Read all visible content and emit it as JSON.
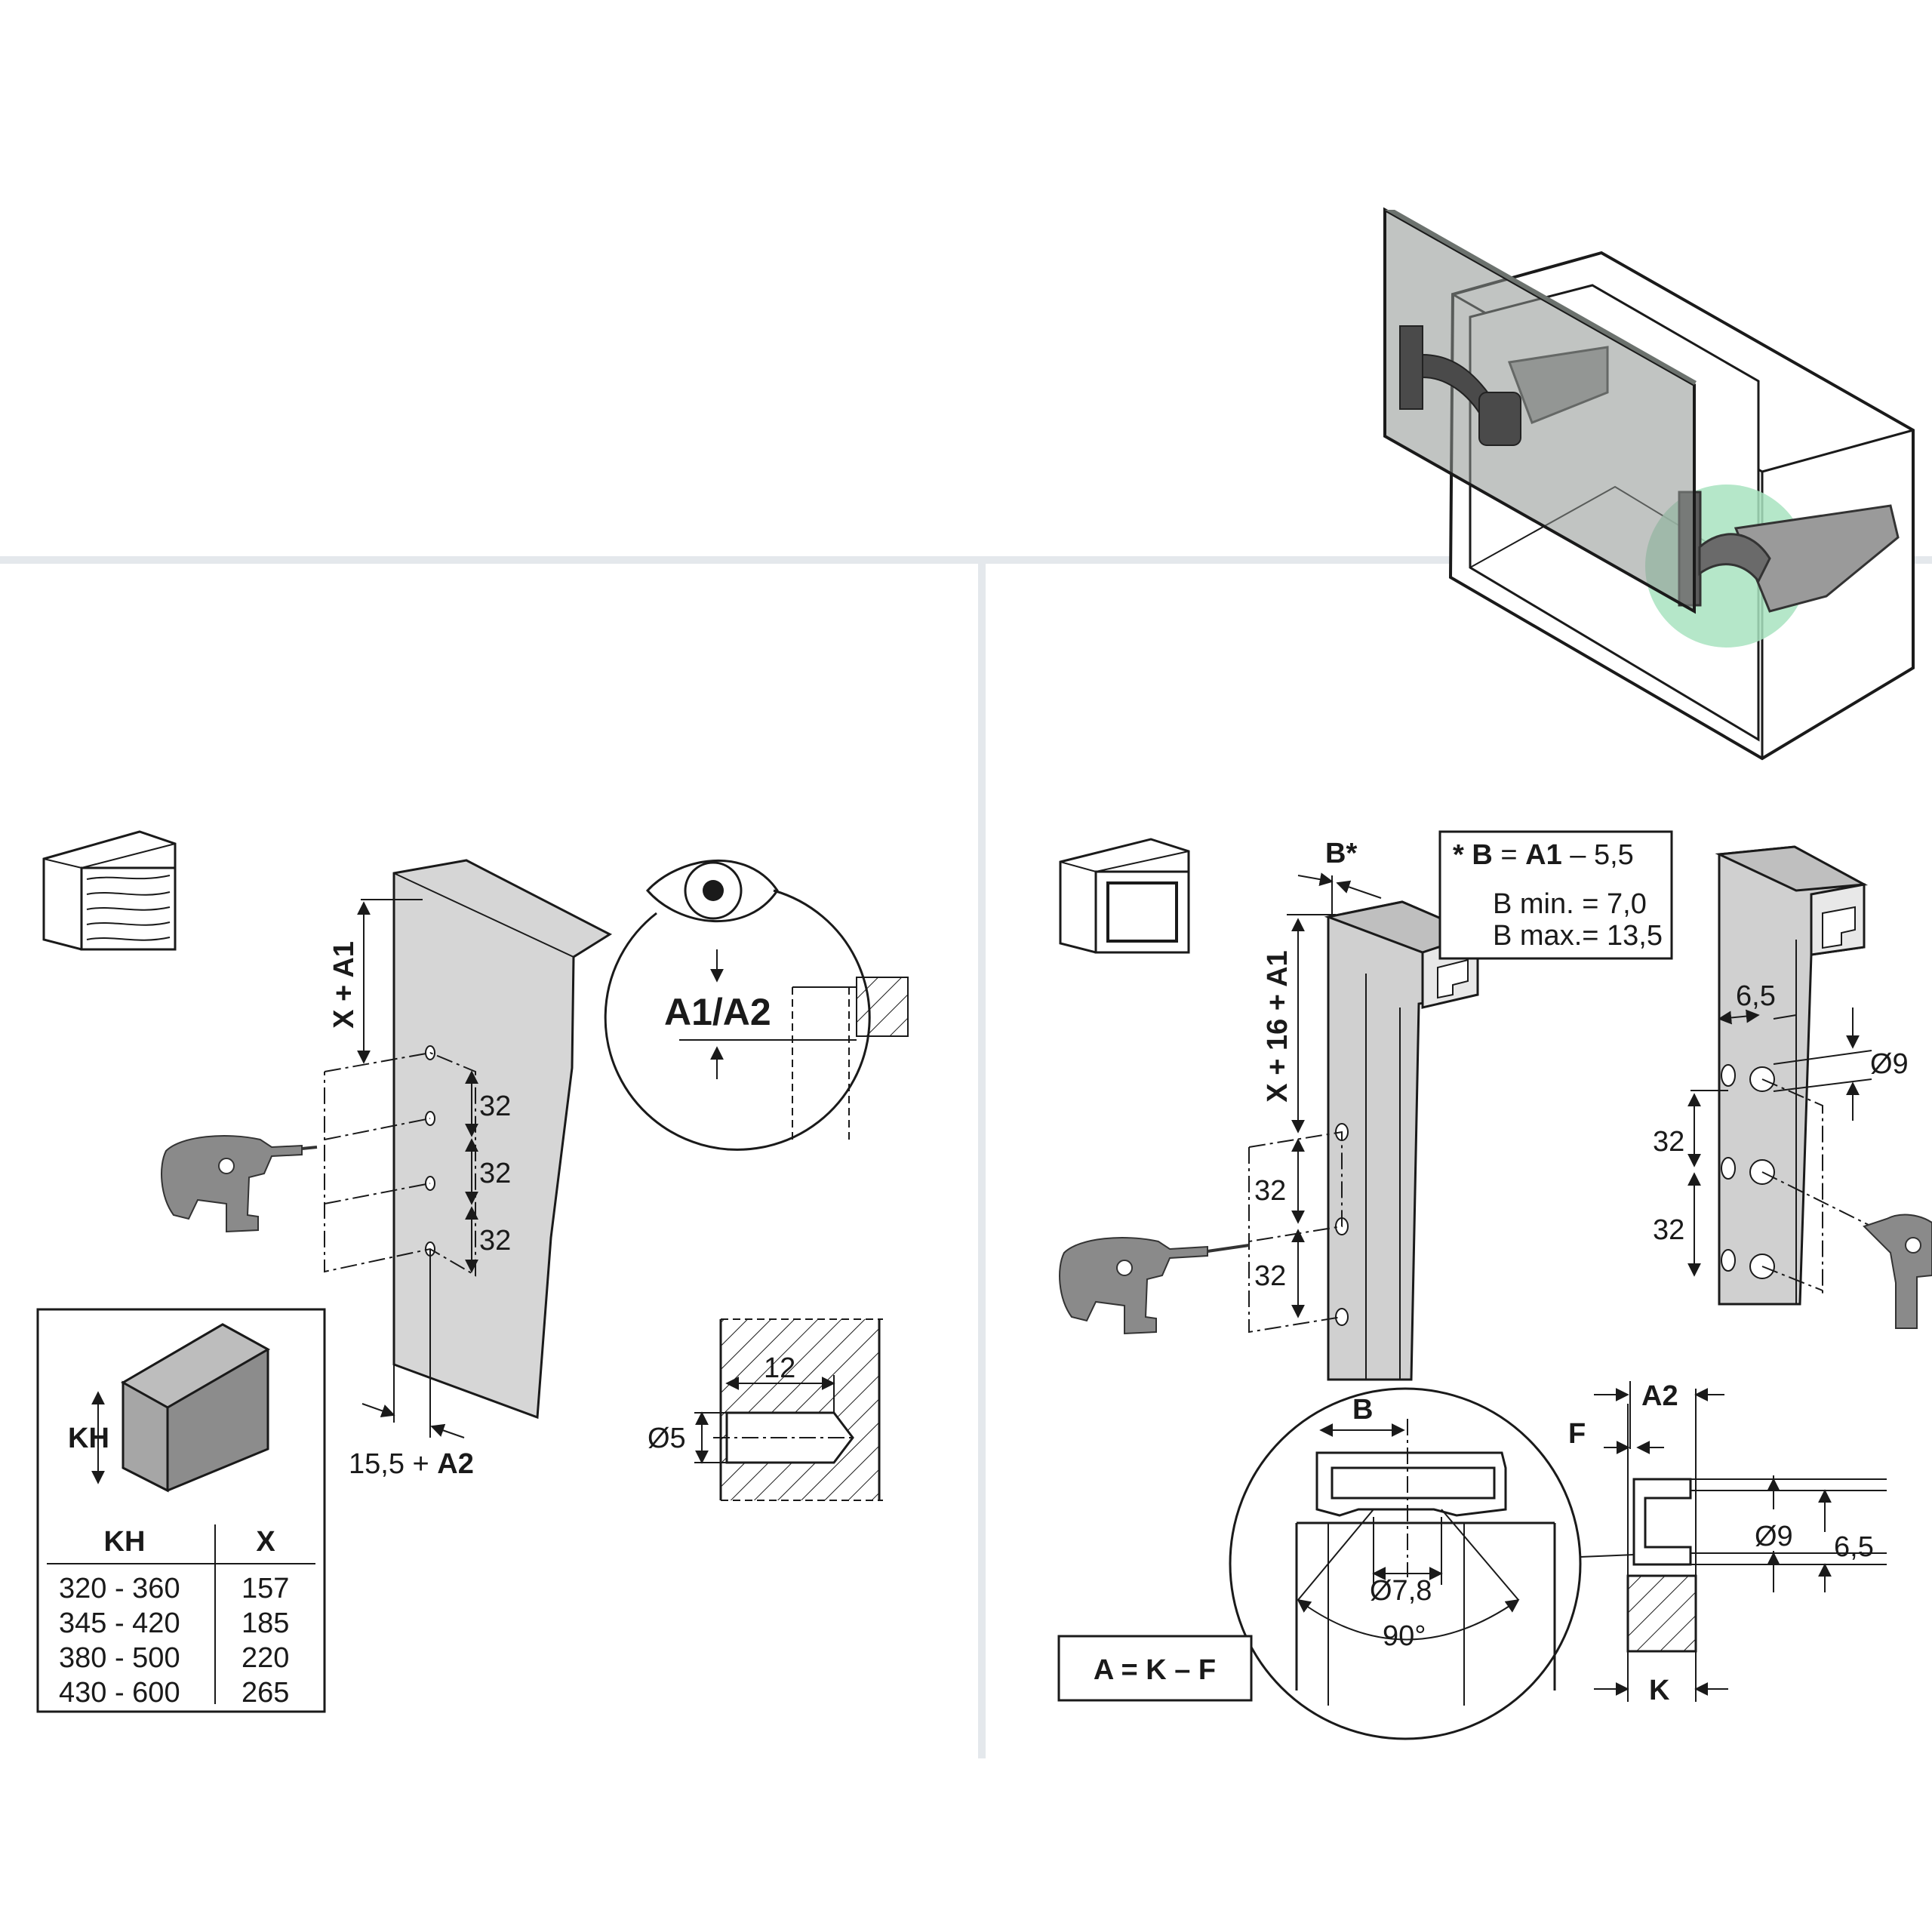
{
  "left_panel": {
    "dimension_top": "X + A1",
    "spacing_1": "32",
    "spacing_2": "32",
    "spacing_3": "32",
    "bottom_dim_prefix": "15,5 + ",
    "bottom_dim_bold": "A2",
    "detail_label": "A1/A2",
    "drill_depth": "12",
    "drill_diameter": "Ø5"
  },
  "kh_table": {
    "box_label": "KH",
    "headers": [
      "KH",
      "X"
    ],
    "rows": [
      [
        "320 - 360",
        "157"
      ],
      [
        "345 - 420",
        "185"
      ],
      [
        "380 - 500",
        "220"
      ],
      [
        "430 - 600",
        "265"
      ]
    ]
  },
  "right_panel": {
    "b_label": "B*",
    "dimension_side": "X + 16 + A1",
    "spacing_1": "32",
    "spacing_2": "32",
    "note": {
      "line1_star": "* ",
      "line1_bold_b": "B",
      "line1_eq": " = ",
      "line1_bold_a1": "A1",
      "line1_rest": " – 5,5",
      "line2": "B min. =   7,0",
      "line3": "B max.= 13,5"
    },
    "profile": {
      "width": "6,5",
      "hole": "Ø9",
      "spacing_1": "32",
      "spacing_2": "32"
    },
    "detail": {
      "b": "B",
      "diameter": "Ø7,8",
      "angle": "90°"
    },
    "section": {
      "a2": "A2",
      "f": "F",
      "hole": "Ø9",
      "offset": "6,5",
      "k": "K"
    },
    "formula": "A = K – F"
  },
  "colors": {
    "highlight_circle": "#a8e3bf",
    "panel_fill": "#d6d6d6",
    "glass_fill": "#8e9490",
    "separator": "#e4e8ec"
  }
}
